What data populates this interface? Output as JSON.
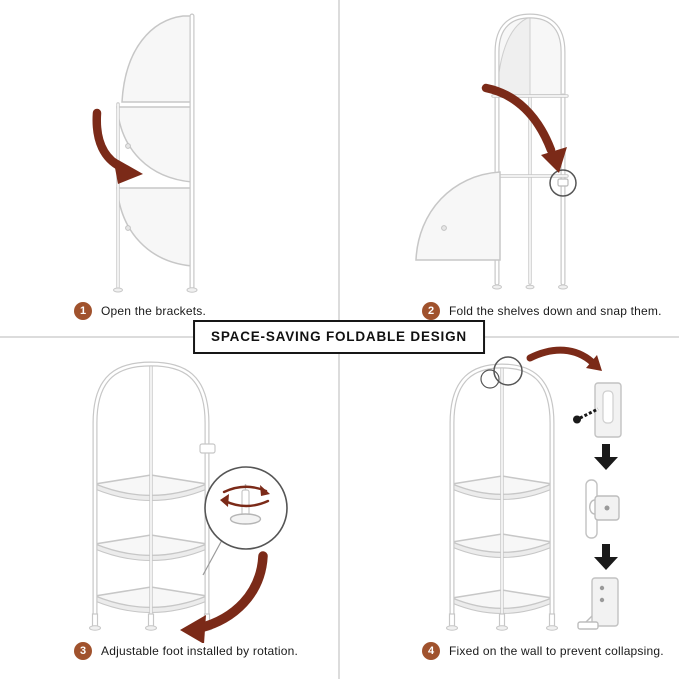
{
  "banner": {
    "title": "SPACE-SAVING FOLDABLE DESIGN"
  },
  "steps": [
    {
      "number": "1",
      "caption": "Open the brackets."
    },
    {
      "number": "2",
      "caption": "Fold the shelves down and snap them."
    },
    {
      "number": "3",
      "caption": "Adjustable foot installed by rotation."
    },
    {
      "number": "4",
      "caption": "Fixed on the wall to prevent collapsing."
    }
  ],
  "colors": {
    "badge": "#a0522d",
    "arrow": "#7b2a18",
    "line": "#c7c7c7",
    "divider": "#dcdcdc",
    "ink": "#1a1a1a"
  },
  "icons": {
    "step1": "curved-fold-arrow",
    "step2": [
      "curved-fold-arrow",
      "snap-point-magnifier-circle"
    ],
    "step3": [
      "rotation-arrows",
      "adjustable-foot-detail-circle",
      "curved-foot-arrow"
    ],
    "step4": [
      "top-hook-highlight-circles",
      "curved-wall-arrow",
      "wall-plate-screw-detail",
      "frame-clamp-detail",
      "floor-bracket-detail",
      "down-arrow",
      "down-arrow"
    ]
  }
}
